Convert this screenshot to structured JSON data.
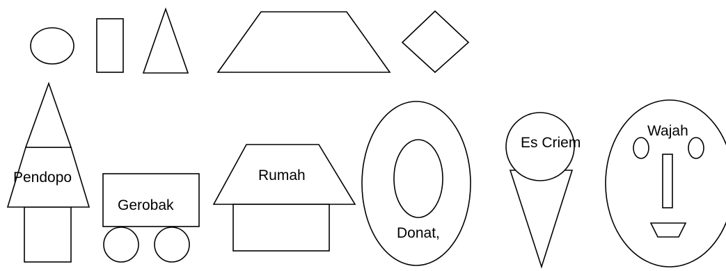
{
  "labels": {
    "pendopo": "Pendopo",
    "gerobak": "Gerobak",
    "rumah": "Rumah",
    "donat": "Donat,",
    "es_criem": "Es Criem",
    "wajah": "Wajah"
  }
}
